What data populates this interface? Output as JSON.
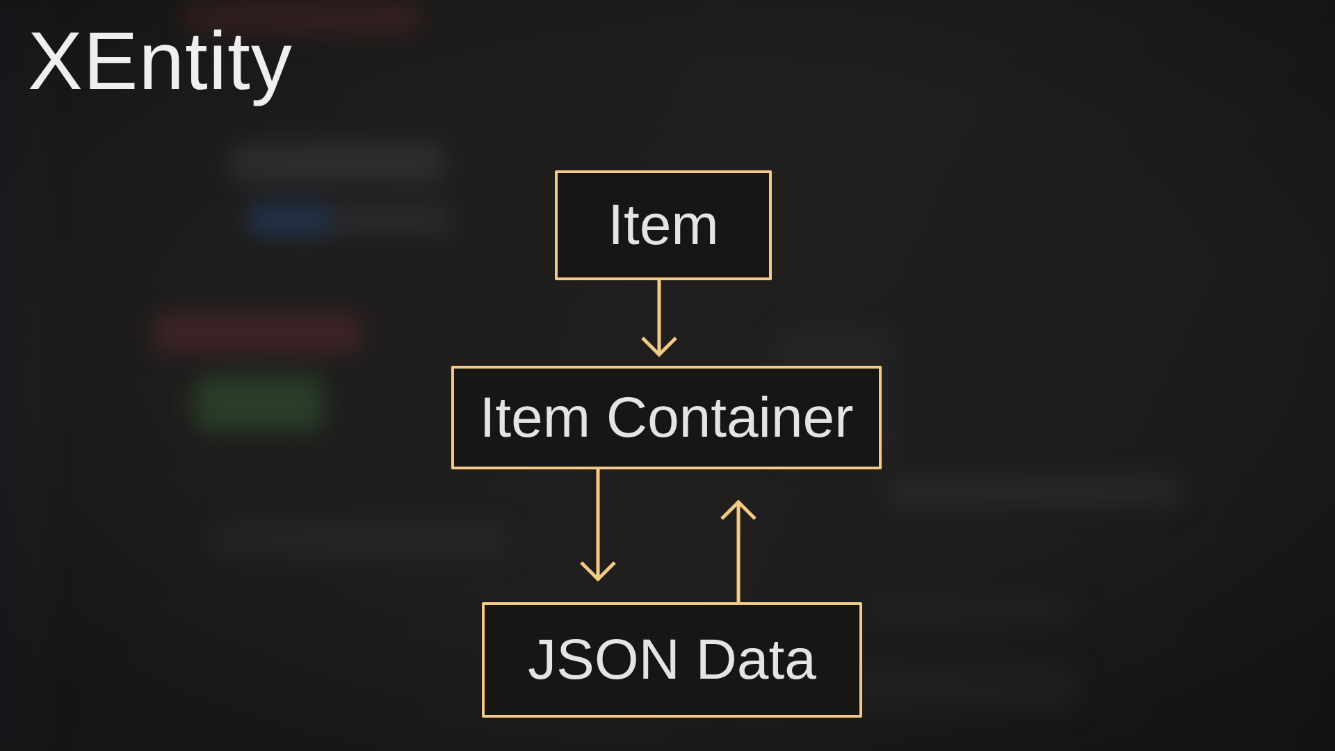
{
  "title": "XEntity",
  "diagram": {
    "nodes": [
      {
        "id": "item",
        "label": "Item"
      },
      {
        "id": "item_container",
        "label": "Item Container"
      },
      {
        "id": "json_data",
        "label": "JSON Data"
      }
    ],
    "edges": [
      {
        "from": "Item",
        "to": "Item Container",
        "direction": "down"
      },
      {
        "from": "Item Container",
        "to": "JSON Data",
        "direction": "down"
      },
      {
        "from": "JSON Data",
        "to": "Item Container",
        "direction": "up"
      }
    ]
  },
  "colors": {
    "accent": "#f3ca85",
    "background": "#1d1c1b",
    "node_fill": "#171614",
    "node_text": "#e4e4e4",
    "title_text": "#efefef"
  }
}
